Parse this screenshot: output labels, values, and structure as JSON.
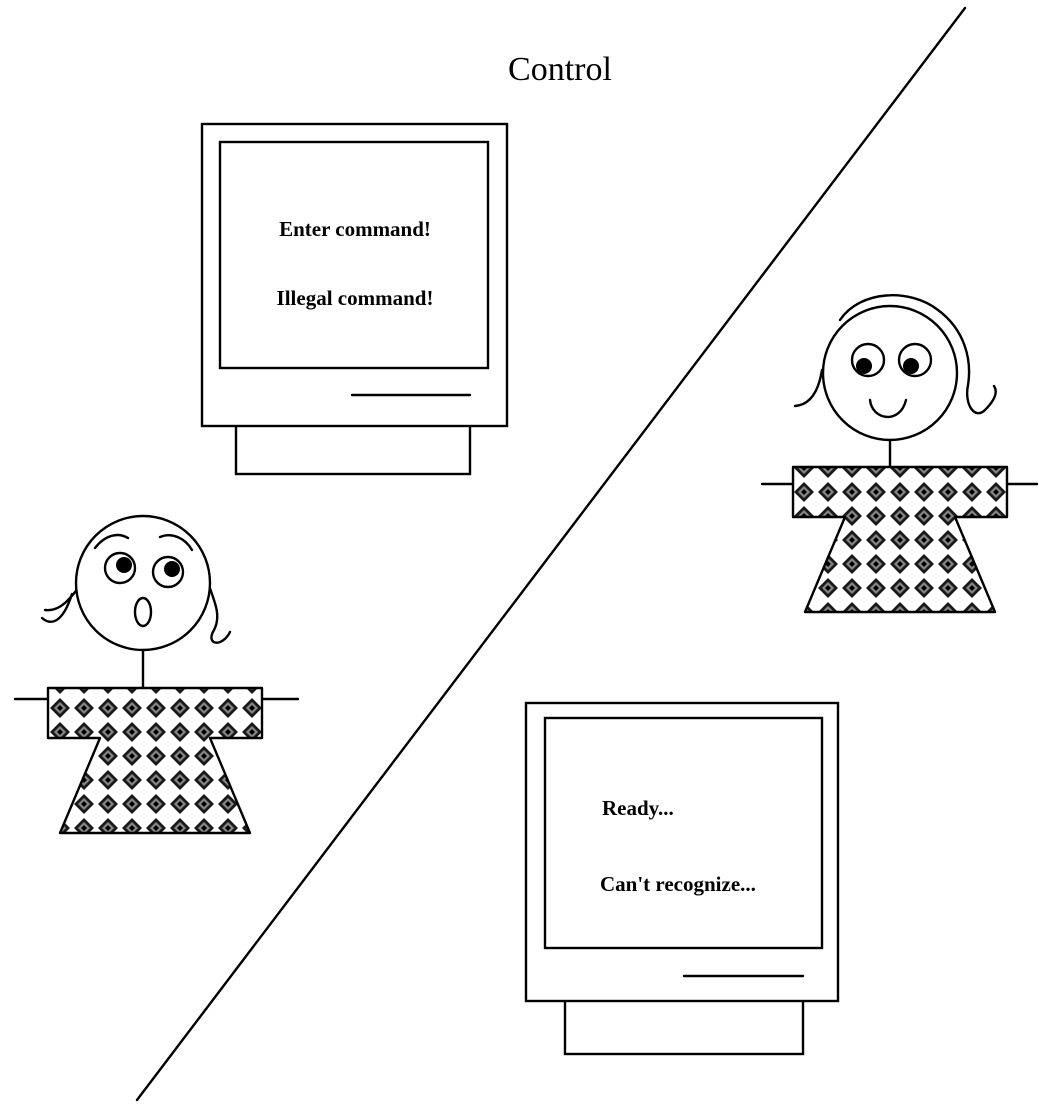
{
  "title": "Control",
  "monitor_left": {
    "line1": "Enter command!",
    "line2": "Illegal command!"
  },
  "monitor_right": {
    "line1": "Ready...",
    "line2": "Can't recognize..."
  },
  "figures": {
    "left": {
      "expression": "worried"
    },
    "right": {
      "expression": "happy"
    }
  },
  "colors": {
    "ink": "#000000",
    "paper": "#ffffff"
  }
}
